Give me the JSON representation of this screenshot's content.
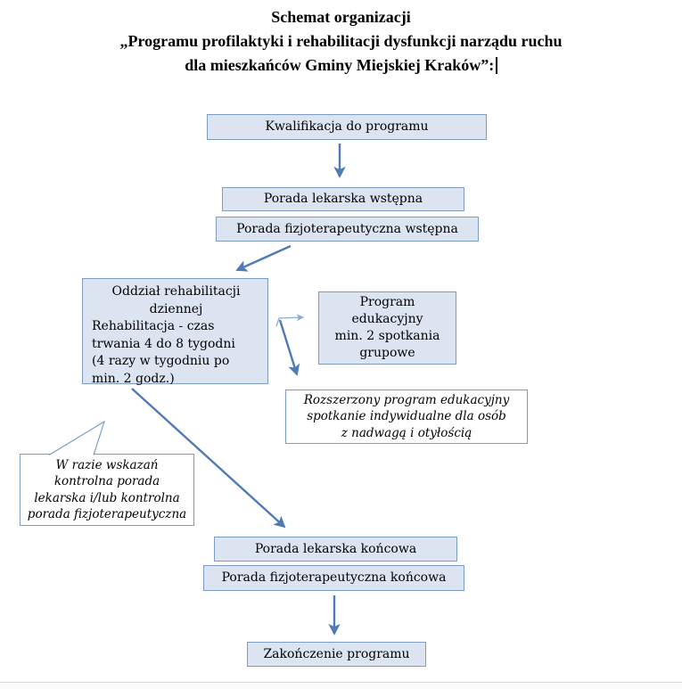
{
  "title": {
    "line1": "Schemat organizacji",
    "line2": "„Programu profilaktyki i rehabilitacji dysfunkcji narządu ruchu",
    "line3": "dla mieszkańców Gminy Miejskiej Kraków”:"
  },
  "nodes": {
    "kwalifikacja": "Kwalifikacja do programu",
    "porada_lekarska_wstepna": "Porada lekarska wstępna",
    "porada_fizjoterapeutyczna_wstepna": "Porada fizjoterapeutyczna wstępna",
    "oddzial_title": "Oddział rehabilitacji\ndziennej",
    "oddzial_body": "Rehabilitacja - czas\ntrwania 4 do 8 tygodni\n(4 razy w tygodniu po\nmin. 2 godz.)",
    "program_edukacyjny": "Program\nedukacyjny\nmin. 2 spotkania\ngrupowe",
    "rozszerzony_program": "Rozszerzony program edukacyjny\nspotkanie indywidualne dla osób\nz nadwagą i otyłością",
    "callout": "W razie wskazań\nkontrolna porada\nlekarska i/lub kontrolna\nporada fizjoterapeutyczna",
    "porada_lekarska_koncowa": "Porada lekarska końcowa",
    "porada_fizjoterapeutyczna_koncowa": "Porada fizjoterapeutyczna końcowa",
    "zakonczenie": "Zakończenie programu"
  },
  "colors": {
    "box_fill": "#dbe4f0",
    "box_border": "#7d9cc4",
    "arrow": "#4f7ab3",
    "arrow_light": "#8aabd3",
    "text": "#000000"
  }
}
